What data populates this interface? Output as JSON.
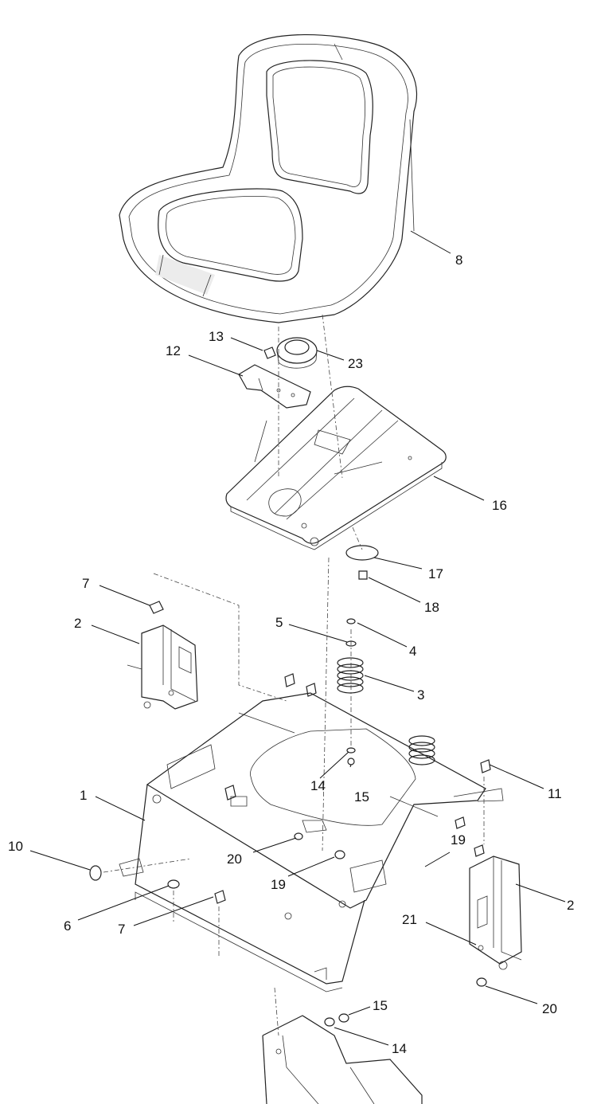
{
  "diagram": {
    "labels": [
      "1",
      "2",
      "2",
      "3",
      "4",
      "5",
      "6",
      "7",
      "7",
      "8",
      "10",
      "11",
      "12",
      "13",
      "14",
      "14",
      "15",
      "15",
      "16",
      "17",
      "18",
      "19",
      "19",
      "20",
      "20",
      "21",
      "23"
    ]
  }
}
